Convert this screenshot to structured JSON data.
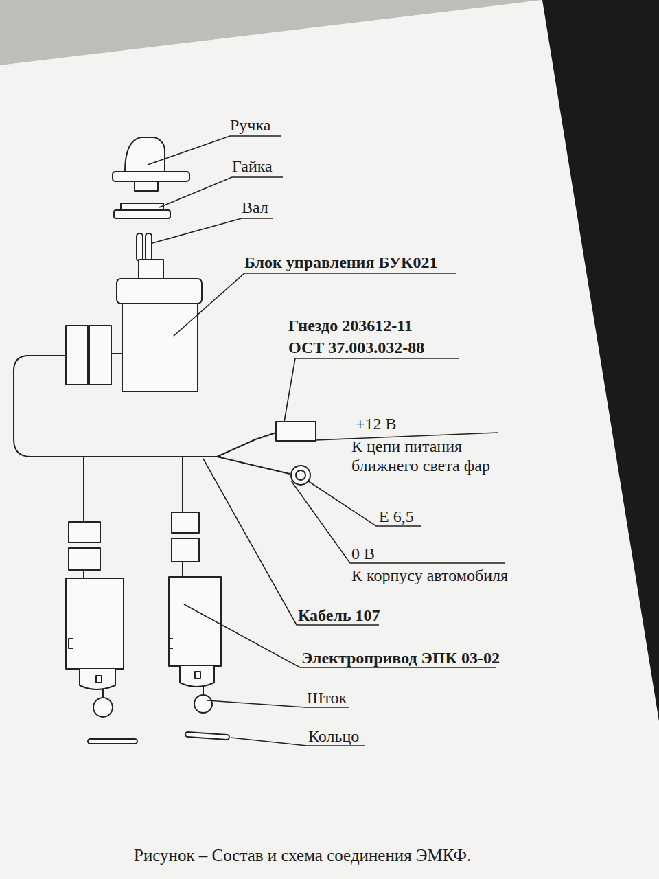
{
  "diagram": {
    "caption": "Рисунок – Состав и схема соединения ЭМКФ.",
    "labels": [
      "Ручка",
      "Гайка",
      "Вал",
      "Блок управления БУК021",
      "Гнездо 203612-11",
      "ОСТ 37.003.032-88",
      "+12 В",
      "К цепи питания ближнего света фар",
      "Е 6,5",
      "0 В",
      "К корпусу автомобиля",
      "Кабель 107",
      "Электропривод ЭПК 03-02",
      "Шток",
      "Кольцо"
    ]
  }
}
